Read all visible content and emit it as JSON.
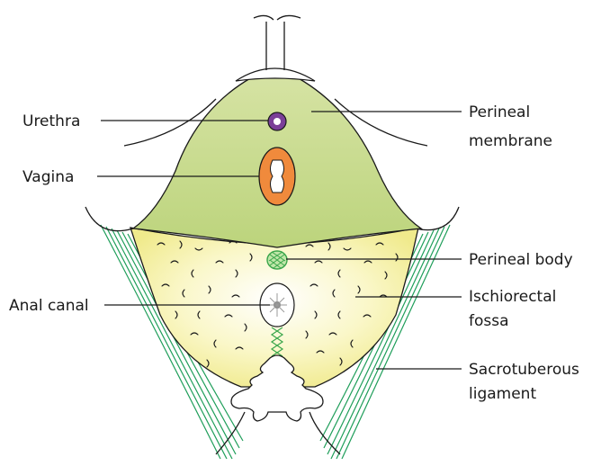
{
  "diagram": {
    "labels": {
      "urethra": "Urethra",
      "vagina": "Vagina",
      "anal_canal": "Anal canal",
      "perineal_membrane_line1": "Perineal",
      "perineal_membrane_line2": "membrane",
      "perineal_body": "Perineal body",
      "ischiorectal_fossa_line1": "Ischiorectal",
      "ischiorectal_fossa_line2": "fossa",
      "sacrotuberous_ligament_line1": "Sacrotuberous",
      "sacrotuberous_ligament_line2": "ligament"
    },
    "colors": {
      "perineal_membrane": "#c6d98a",
      "ischiorectal_fossa": "#f3f0a3",
      "urethra": "#7b3f98",
      "vagina": "#f08a3c",
      "perineal_body": "#3aa64b",
      "ligament": "#1f9e5a",
      "outline": "#1a1a1a"
    }
  }
}
